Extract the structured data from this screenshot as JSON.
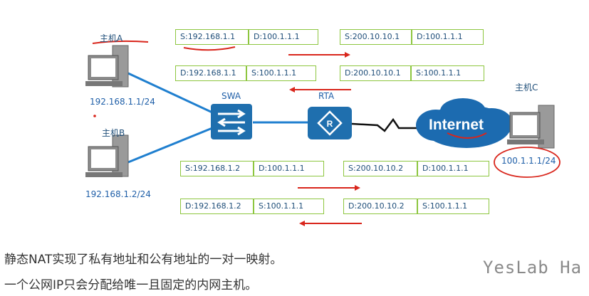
{
  "hosts": {
    "host_a": {
      "name": "主机A",
      "ip": "192.168.1.1/24"
    },
    "host_b": {
      "name": "主机B",
      "ip": "192.168.1.2/24"
    },
    "host_c": {
      "name": "主机C",
      "ip": "100.1.1.1/24"
    }
  },
  "devices": {
    "switch": "SWA",
    "router": "RTA",
    "cloud": "Internet"
  },
  "packets": {
    "a_out_inside": {
      "src": "S:192.168.1.1",
      "dst": "D:100.1.1.1"
    },
    "a_out_outside": {
      "src": "S:200.10.10.1",
      "dst": "D:100.1.1.1"
    },
    "a_in_inside": {
      "dst": "D:192.168.1.1",
      "src": "S:100.1.1.1"
    },
    "a_in_outside": {
      "dst": "D:200.10.10.1",
      "src": "S:100.1.1.1"
    },
    "b_out_inside": {
      "src": "S:192.168.1.2",
      "dst": "D:100.1.1.1"
    },
    "b_out_outside": {
      "src": "S:200.10.10.2",
      "dst": "D:100.1.1.1"
    },
    "b_in_inside": {
      "dst": "D:192.168.1.2",
      "src": "S:100.1.1.1"
    },
    "b_in_outside": {
      "dst": "D:200.10.10.2",
      "src": "S:100.1.1.1"
    }
  },
  "notes": [
    "静态NAT实现了私有地址和公有地址的一对一映射。",
    "一个公网IP只会分配给唯一且固定的内网主机。"
  ],
  "watermark": "YesLab Ha",
  "colors": {
    "link": "#1f7fcf",
    "box_border": "#8dc63f",
    "box_text": "#1f4e79",
    "arrow": "#d9261c",
    "device": "#1f6fae",
    "cloud": "#1c6bb0"
  }
}
